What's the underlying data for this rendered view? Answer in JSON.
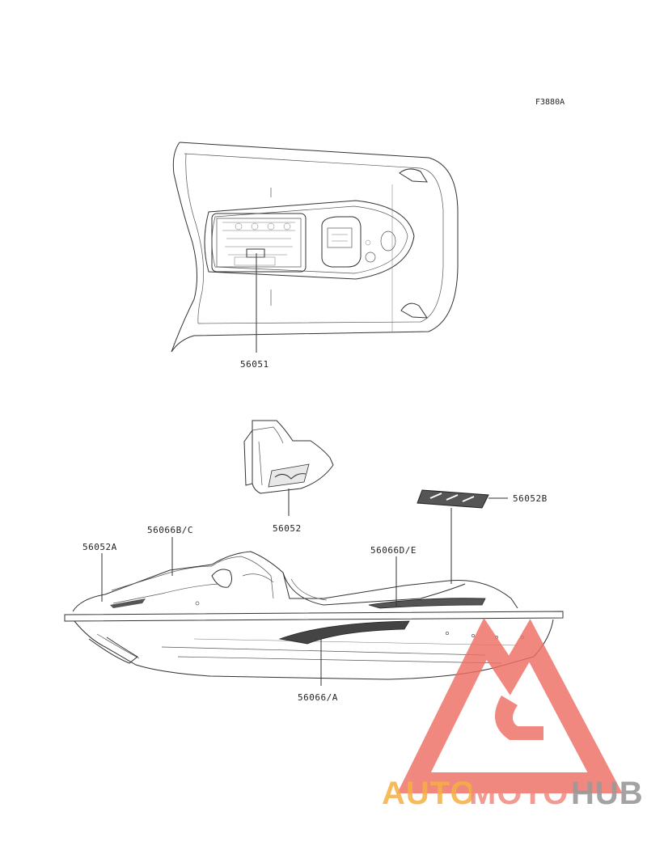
{
  "figure_code": "F3880A",
  "parts": {
    "p56051": "56051",
    "p56052": "56052",
    "p56052b": "56052B",
    "p56052a": "56052A",
    "p56066bc": "56066B/C",
    "p56066de": "56066D/E",
    "p56066a": "56066/A"
  },
  "watermark": {
    "part1": "AUTO",
    "part2": "MOTO",
    "part3": "HUB",
    "colors": {
      "auto": "#f5b041",
      "moto": "#ef8a80",
      "hub": "#9a9a9a",
      "logo": "#ef6f64"
    }
  }
}
